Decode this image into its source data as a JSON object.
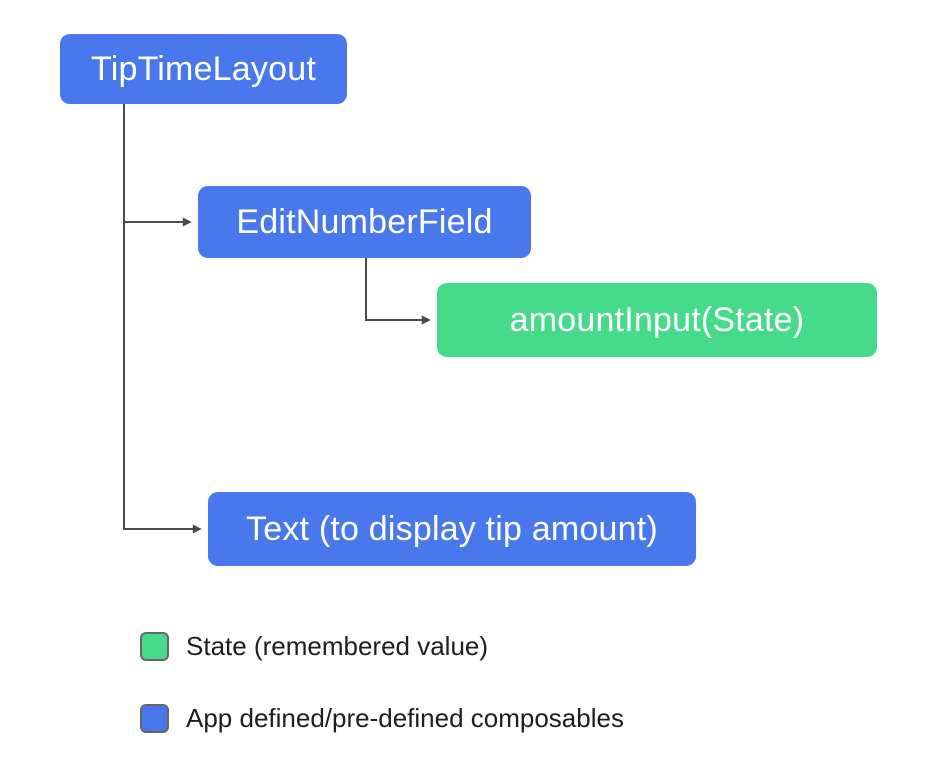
{
  "diagram": {
    "type": "tree",
    "nodes": [
      {
        "id": "tipTimeLayout",
        "label": "TipTimeLayout",
        "type": "composable"
      },
      {
        "id": "editNumberField",
        "label": "EditNumberField",
        "type": "composable"
      },
      {
        "id": "amountInput",
        "label": "amountInput(State)",
        "type": "state"
      },
      {
        "id": "textDisplay",
        "label": "Text (to display tip amount)",
        "type": "composable"
      }
    ],
    "edges": [
      {
        "from": "tipTimeLayout",
        "to": "editNumberField"
      },
      {
        "from": "editNumberField",
        "to": "amountInput"
      },
      {
        "from": "tipTimeLayout",
        "to": "textDisplay"
      }
    ],
    "colors": {
      "composable": "#4878EC",
      "state": "#45DB8A",
      "connector": "#4A4A4A",
      "node_text": "#FFFFFF",
      "legend_text": "#1E1E1E",
      "legend_swatch_border": "#666666",
      "background": "#FFFFFF"
    }
  },
  "legend": {
    "items": [
      {
        "label": "State (remembered value)",
        "color": "#45DB8A",
        "represents": "state"
      },
      {
        "label": "App defined/pre-defined composables",
        "color": "#4878EC",
        "represents": "composable"
      }
    ]
  }
}
